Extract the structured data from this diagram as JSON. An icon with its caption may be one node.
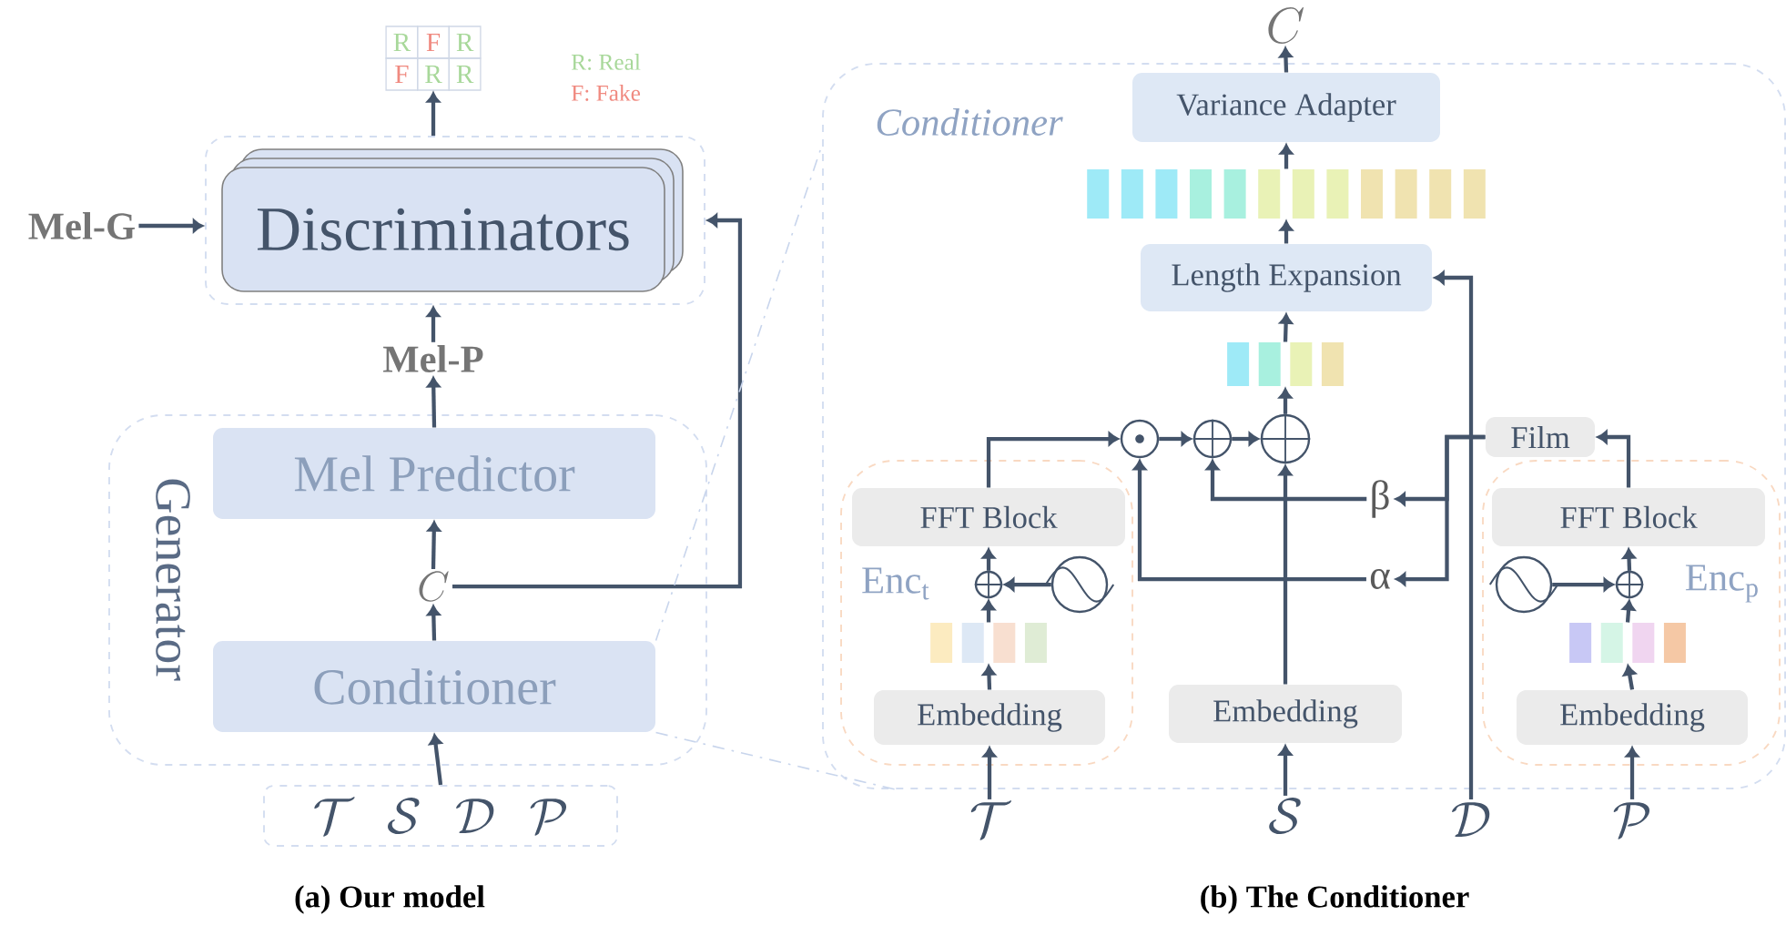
{
  "diagram": {
    "nodes": [
      {
        "text": [],
        "shape": "box"
      },
      {
        "text": [
          "Discriminators"
        ],
        "in": 0
      },
      {
        "text": [
          "Mel-G"
        ]
      },
      {
        "text": [
          "Mel-P"
        ]
      },
      {
        "text": [
          "Generator"
        ]
      },
      {
        "text": [
          "Mel Predictor"
        ],
        "in": 4
      },
      {
        "text": [
          "C"
        ],
        "in": 4
      },
      {
        "text": [
          "Conditioner"
        ],
        "in": 4
      },
      {
        "text": [
          "\\mathcal{T}",
          "\\mathcal{S}",
          "\\mathcal{D}",
          "\\mathcal{P}"
        ]
      },
      {
        "text": [
          "R",
          "F",
          "R",
          "F",
          "R",
          "R"
        ]
      },
      {
        "text": [
          "Conditioner"
        ]
      },
      {
        "text": [
          "Variance Adapter"
        ],
        "in": 10
      },
      {
        "text": [],
        "shape": "bar",
        "in": 10
      },
      {
        "text": [
          "Length Expansion"
        ],
        "in": 10
      },
      {
        "text": [],
        "shape": "bar",
        "in": 10
      },
      {
        "text": [],
        "shape": "circle",
        "in": 10
      },
      {
        "text": [],
        "shape": "circle",
        "in": 10
      },
      {
        "text": [],
        "shape": "circle",
        "in": 10
      },
      {
        "text": [
          "Film"
        ],
        "in": 10
      },
      {
        "text": [
          "β"
        ],
        "in": 10
      },
      {
        "text": [
          "α"
        ],
        "in": 10
      },
      {
        "text": [
          "Enc$_{t}$"
        ],
        "in": 10
      },
      {
        "text": [
          "FFT Block"
        ],
        "in": 21
      },
      {
        "text": [],
        "shape": "circle",
        "in": 21
      },
      {
        "text": [],
        "shape": "circle",
        "in": 21
      },
      {
        "text": [],
        "shape": "bar",
        "in": 21
      },
      {
        "text": [
          "Embedding"
        ],
        "in": 21
      },
      {
        "text": [
          "Embedding"
        ],
        "in": 10
      },
      {
        "text": [
          "Enc$_{p}$"
        ],
        "in": 10
      },
      {
        "text": [
          "FFT Block"
        ],
        "in": 28
      },
      {
        "text": [],
        "shape": "circle",
        "in": 28
      },
      {
        "text": [],
        "shape": "circle",
        "in": 28
      },
      {
        "text": [],
        "shape": "bar",
        "in": 28
      },
      {
        "text": [
          "Embedding"
        ],
        "in": 28
      },
      {
        "text": [
          "\\mathcal{T}"
        ]
      },
      {
        "text": [
          "\\mathcal{S}"
        ]
      },
      {
        "text": [
          "\\mathcal{D}"
        ]
      },
      {
        "text": [
          "\\mathcal{P}"
        ]
      },
      {
        "text": [
          "C"
        ]
      }
    ],
    "edges": [
      {
        "from": 2,
        "to": 0,
        "arrow": "to"
      },
      {
        "from": 0,
        "to": 9,
        "arrow": "to"
      },
      {
        "from": 3,
        "to": 0,
        "arrow": "to"
      },
      {
        "from": 5,
        "to": 3,
        "arrow": "to"
      },
      {
        "from": 6,
        "to": 5,
        "arrow": "to"
      },
      {
        "from": 7,
        "to": 6,
        "arrow": "to"
      },
      {
        "from": 8,
        "to": 7,
        "arrow": "to"
      },
      {
        "from": 6,
        "to": 0,
        "arrow": "to"
      },
      {
        "from": 11,
        "to": 38,
        "arrow": "to"
      },
      {
        "from": 12,
        "to": 11,
        "arrow": "to"
      },
      {
        "from": 13,
        "to": 12,
        "arrow": "to"
      },
      {
        "from": 14,
        "to": 13,
        "arrow": "to"
      },
      {
        "from": 17,
        "to": 14,
        "arrow": "to"
      },
      {
        "from": 16,
        "to": 17,
        "arrow": "to"
      },
      {
        "from": 15,
        "to": 16,
        "arrow": "to"
      },
      {
        "from": 22,
        "to": 15,
        "arrow": "to"
      },
      {
        "from": 20,
        "to": 15,
        "arrow": "to"
      },
      {
        "from": 19,
        "to": 16,
        "arrow": "to"
      },
      {
        "from": 27,
        "to": 17,
        "arrow": "to"
      },
      {
        "from": 18,
        "to": 19,
        "arrow": "to"
      },
      {
        "from": 18,
        "to": 20,
        "arrow": "to"
      },
      {
        "from": 36,
        "to": 13,
        "arrow": "to"
      },
      {
        "from": 29,
        "to": 18,
        "arrow": "to"
      },
      {
        "from": 31,
        "to": 29,
        "arrow": "to"
      },
      {
        "from": 30,
        "to": 31,
        "arrow": "to"
      },
      {
        "from": 32,
        "to": 31,
        "arrow": "to"
      },
      {
        "from": 33,
        "to": 32,
        "arrow": "to"
      },
      {
        "from": 37,
        "to": 33,
        "arrow": "to"
      },
      {
        "from": 23,
        "to": 22,
        "arrow": "to"
      },
      {
        "from": 24,
        "to": 23,
        "arrow": "to"
      },
      {
        "from": 25,
        "to": 23,
        "arrow": "to"
      },
      {
        "from": 26,
        "to": 25,
        "arrow": "to"
      },
      {
        "from": 34,
        "to": 26,
        "arrow": "to"
      },
      {
        "from": 35,
        "to": 27,
        "arrow": "to"
      },
      {
        "from": 7,
        "to": 10,
        "arrow": "none",
        "style": "dashed",
        "color": "#c8d5ec"
      },
      {
        "from": 7,
        "to": 10,
        "arrow": "none",
        "style": "dashed",
        "color": "#c8d5ec"
      }
    ],
    "labels": [
      "R: Real",
      "F: Fake",
      "(a) Our model",
      "(b) The Conditioner"
    ]
  }
}
